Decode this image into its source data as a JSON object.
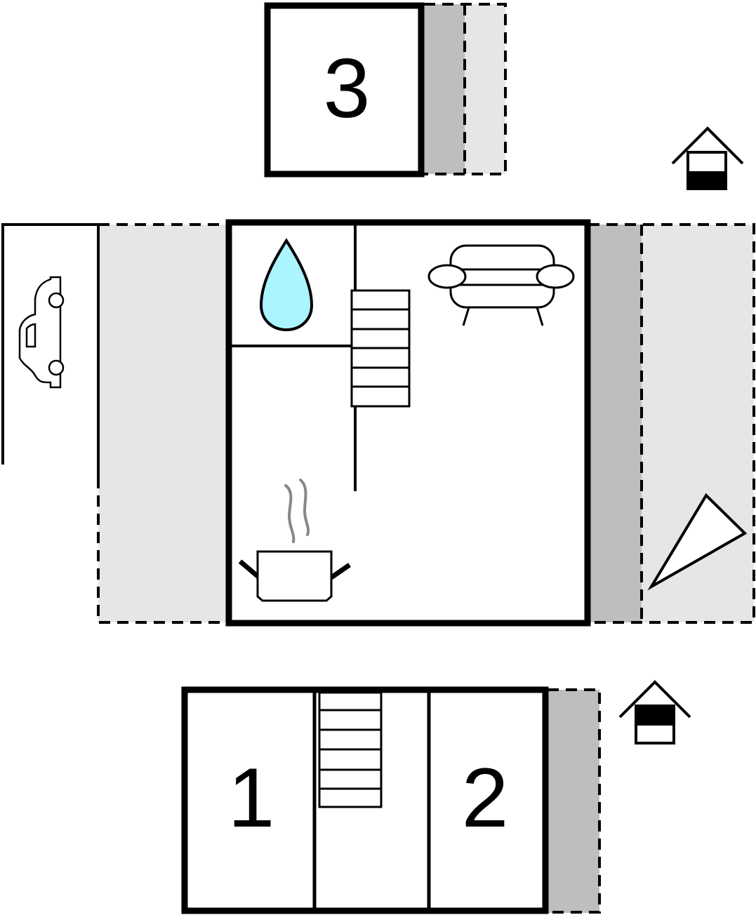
{
  "rooms": {
    "room_3_label": "3",
    "room_1_label": "1",
    "room_2_label": "2"
  },
  "colors": {
    "wall": "#000000",
    "terrace_light": "#e6e6e6",
    "terrace_dark": "#bebebe",
    "water": "#aaf5ff",
    "steam": "#888888",
    "background": "#ffffff"
  },
  "icons": [
    "car-icon",
    "water-drop-icon",
    "sofa-icon",
    "staircase-icon",
    "cooking-pot-icon",
    "steam-icon",
    "house-floor-up-icon",
    "house-floor-down-icon",
    "pennant-flag-icon"
  ]
}
